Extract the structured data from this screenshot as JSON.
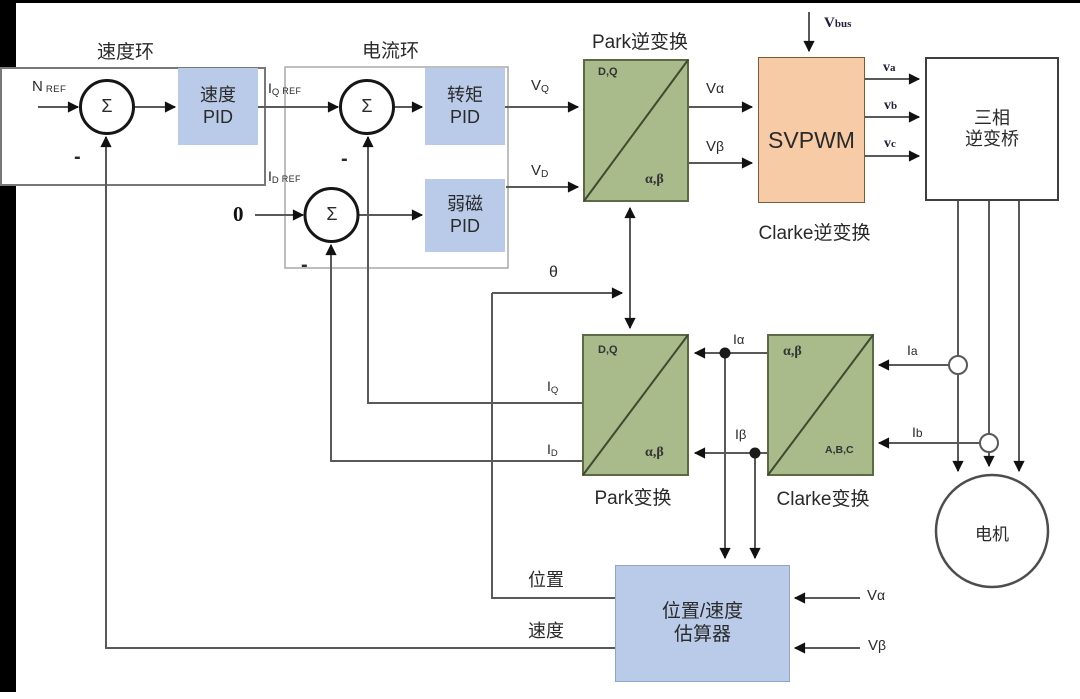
{
  "colors": {
    "blue_box": "#b9cbe9",
    "green_box": "#a9ba8b",
    "green_border": "#5a6a42",
    "salmon_box": "#f7cba5",
    "salmon_border": "#7a5a3a",
    "wire": "#595959",
    "arrow": "#111111",
    "navy_label": "#1f1f3d"
  },
  "titles": {
    "speed_loop": "速度环",
    "current_loop": "电流环",
    "park_inverse": "Park逆变换",
    "clarke_inverse": "Clarke逆变换",
    "park": "Park变换",
    "clarke": "Clarke变换"
  },
  "blocks": {
    "speed_pid": {
      "line1": "速度",
      "line2": "PID"
    },
    "torque_pid": {
      "line1": "转矩",
      "line2": "PID"
    },
    "flux_pid": {
      "line1": "弱磁",
      "line2": "PID"
    },
    "svpwm": "SVPWM",
    "inverter": {
      "line1": "三相",
      "line2": "逆变桥"
    },
    "estimator": {
      "line1": "位置/速度",
      "line2": "估算器"
    },
    "motor": "电机"
  },
  "corners": {
    "dq": "D,Q",
    "ab": "α,β",
    "abc": "A,B,C"
  },
  "signals": {
    "n_ref": {
      "m": "N",
      "s": "REF"
    },
    "iq_ref": {
      "m": "I",
      "s1": "Q",
      "s2": "REF"
    },
    "id_ref": {
      "m": "I",
      "s1": "D",
      "s2": "REF"
    },
    "zero": "0",
    "vq": {
      "m": "V",
      "s": "Q"
    },
    "vd": {
      "m": "V",
      "s": "D"
    },
    "valpha": {
      "m": "V",
      "s": "α"
    },
    "vbeta": {
      "m": "V",
      "s": "β"
    },
    "vbus": {
      "m": "V",
      "s": "bus"
    },
    "va": {
      "m": "v",
      "s": "a"
    },
    "vb": {
      "m": "v",
      "s": "b"
    },
    "vc": {
      "m": "v",
      "s": "c"
    },
    "ialpha": {
      "m": "I",
      "s": "α"
    },
    "ibeta": {
      "m": "I",
      "s": "β"
    },
    "ia": {
      "m": "I",
      "s": "a"
    },
    "ib": {
      "m": "I",
      "s": "b"
    },
    "iq_fb": {
      "m": "I",
      "s": "Q"
    },
    "id_fb": {
      "m": "I",
      "s": "D"
    },
    "theta": "θ",
    "position": "位置",
    "speed": "速度",
    "valpha_in": {
      "m": "V",
      "s": "α"
    },
    "vbeta_in": {
      "m": "V",
      "s": "β"
    },
    "sigma": "Σ",
    "minus": "-"
  }
}
